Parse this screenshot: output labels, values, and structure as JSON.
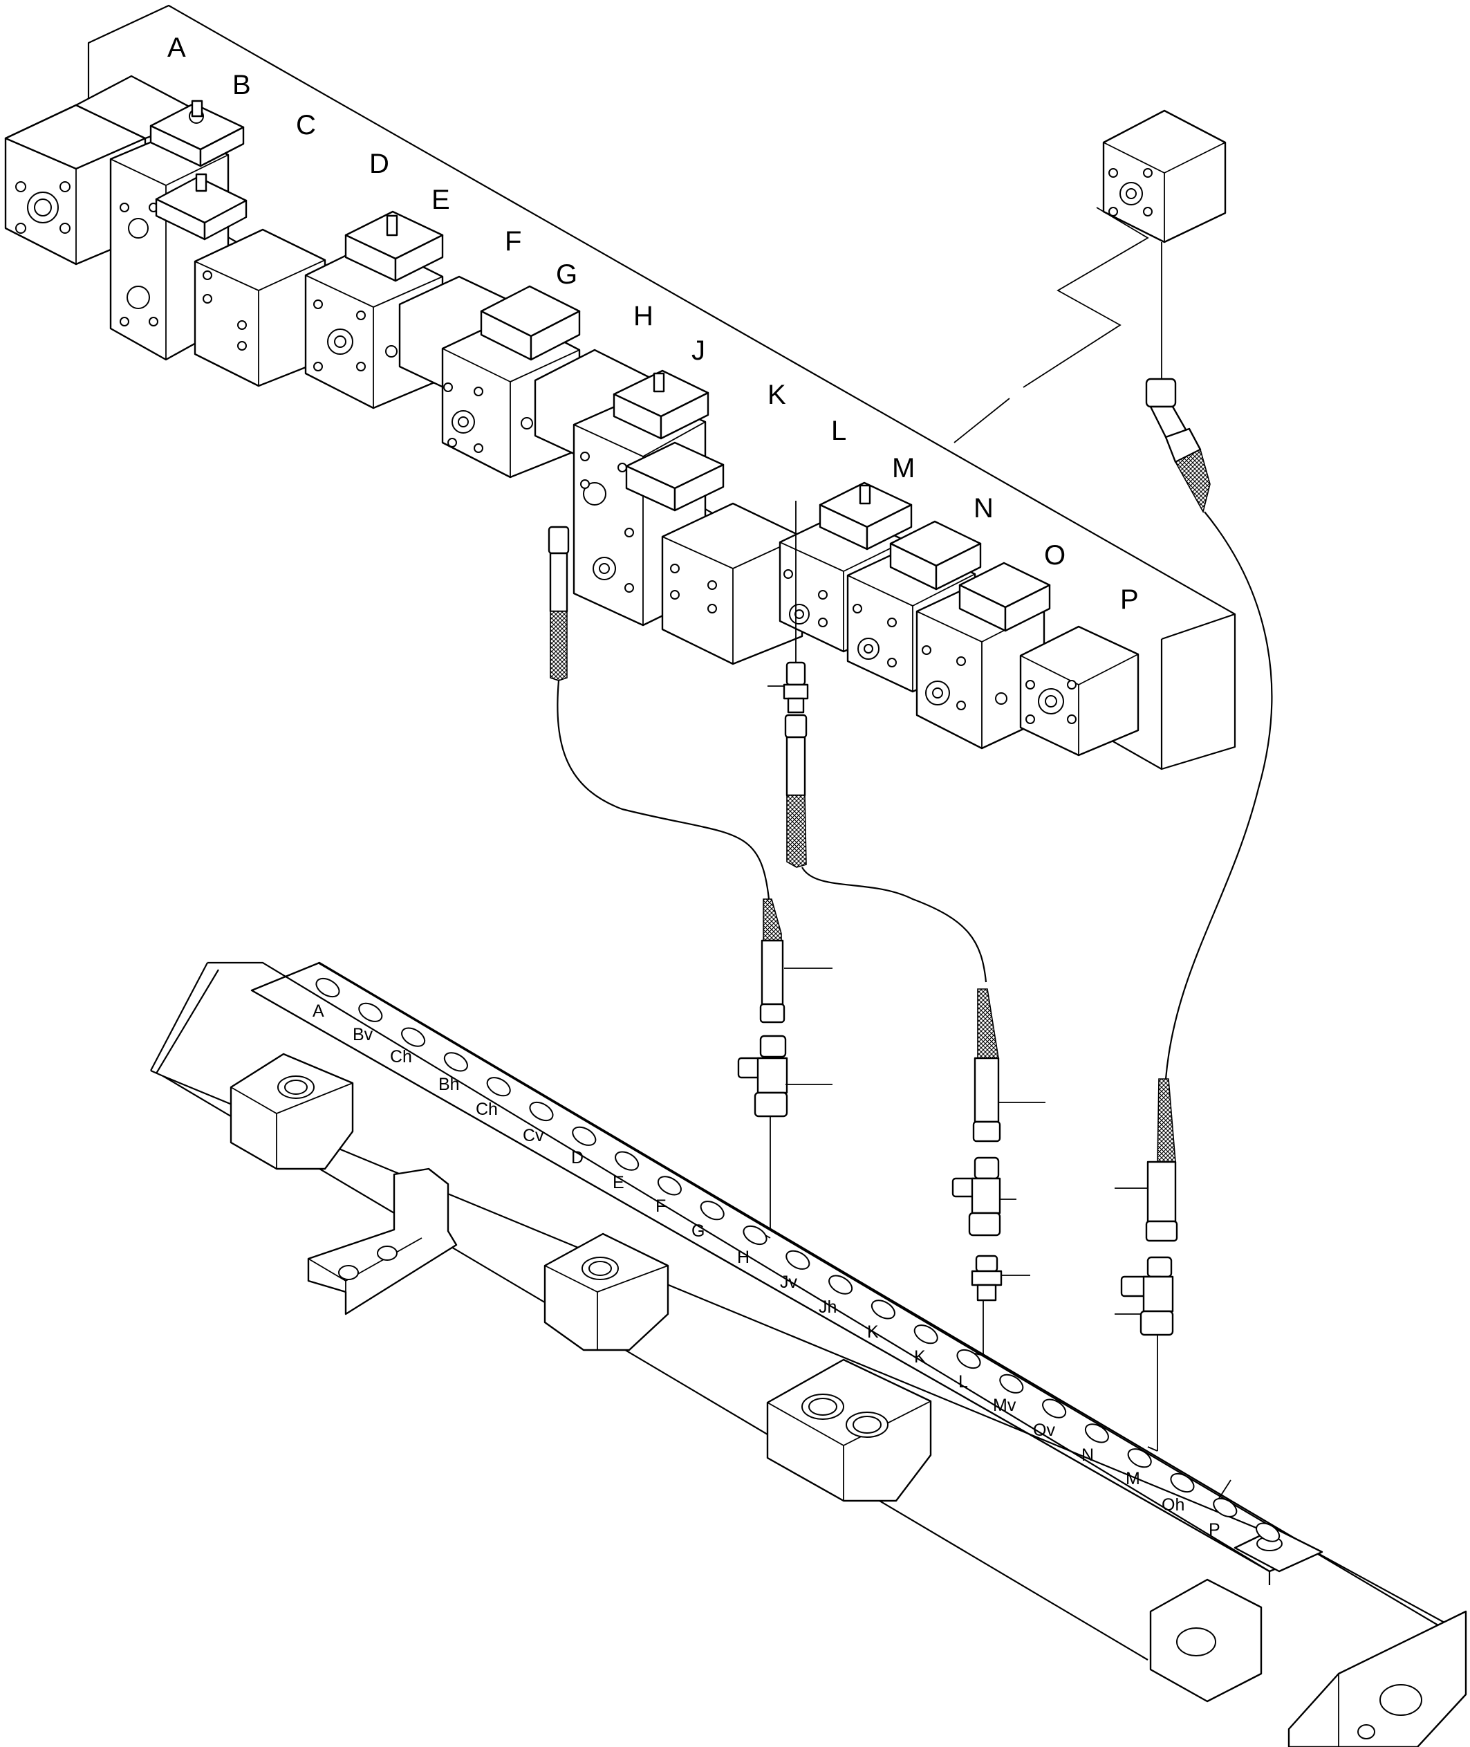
{
  "valve_labels": [
    "A",
    "B",
    "C",
    "D",
    "E",
    "F",
    "G",
    "H",
    "J",
    "K",
    "L",
    "M",
    "N",
    "O",
    "P"
  ],
  "port_labels": [
    "A",
    "Bv",
    "Ch",
    "Bh",
    "Ch",
    "Cv",
    "D",
    "E",
    "F",
    "G",
    "H",
    "Jv",
    "Jh",
    "K",
    "K",
    "L",
    "Mv",
    "Ov",
    "N",
    "M",
    "Oh",
    "P"
  ],
  "icons": [
    "valve-block-icon",
    "hose-assembly-icon",
    "tee-fitting-icon",
    "straight-adapter-icon",
    "elbow-fitting-icon",
    "manifold-rail-icon"
  ]
}
